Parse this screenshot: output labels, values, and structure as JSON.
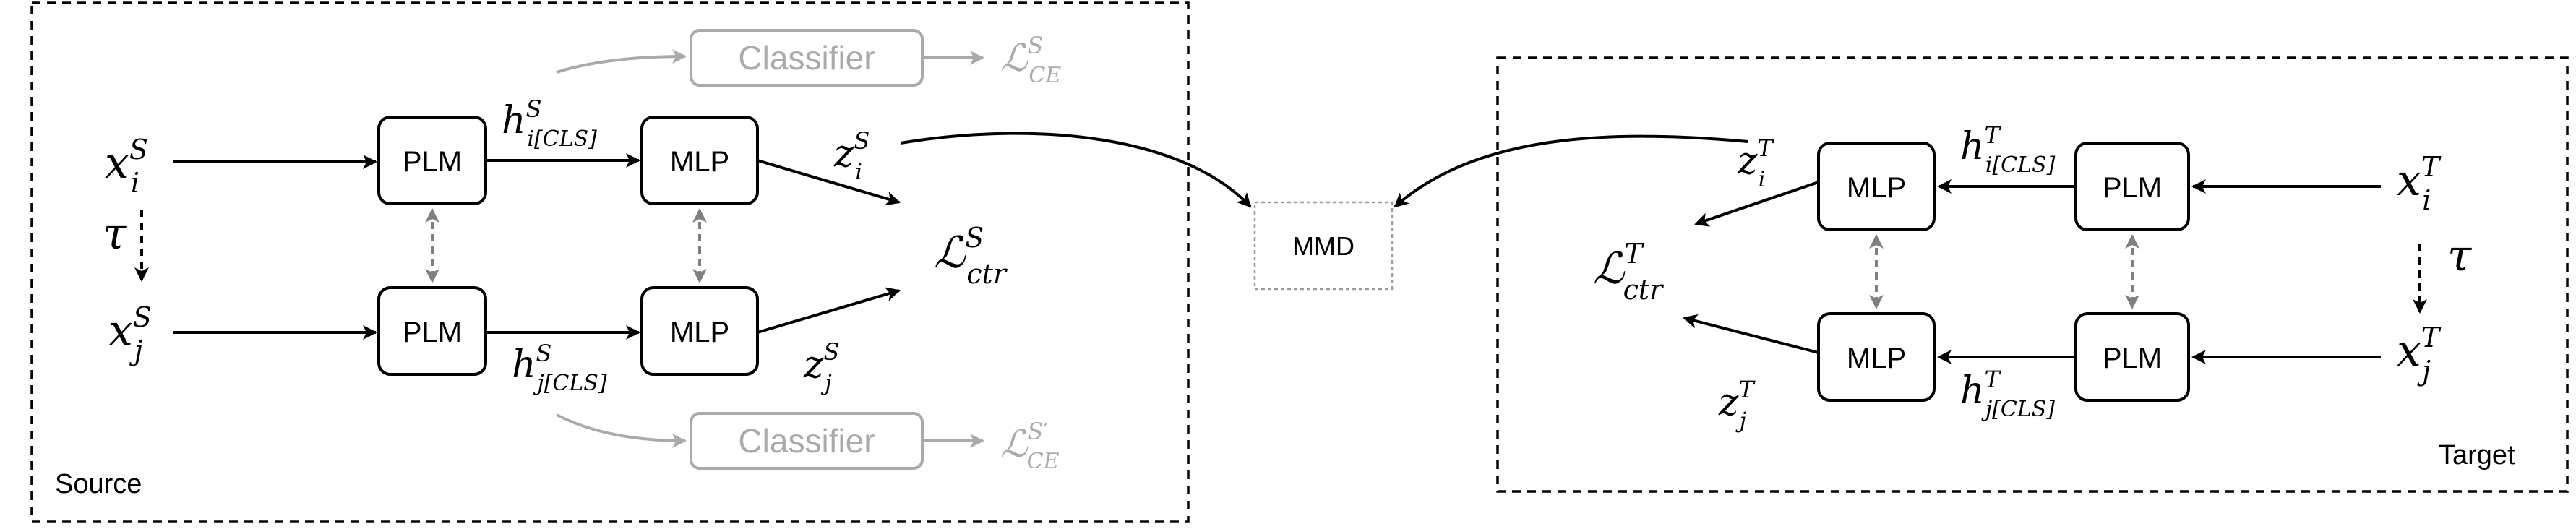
{
  "source_panel": {
    "label": "Source"
  },
  "target_panel": {
    "label": "Target"
  },
  "source": {
    "x_i": {
      "base": "x",
      "sup": "S",
      "sub": "i"
    },
    "x_j": {
      "base": "x",
      "sup": "S",
      "sub": "j"
    },
    "tau": "τ",
    "plm_top": "PLM",
    "plm_bottom": "PLM",
    "mlp_top": "MLP",
    "mlp_bottom": "MLP",
    "h_i": {
      "base": "h",
      "sup": "S",
      "sub": "i[CLS]"
    },
    "h_j": {
      "base": "h",
      "sup": "S",
      "sub": "j[CLS]"
    },
    "z_i": {
      "base": "z",
      "sup": "S",
      "sub": "i"
    },
    "z_j": {
      "base": "z",
      "sup": "S",
      "sub": "j"
    },
    "loss_ctr": {
      "base": "ℒ",
      "sup": "S",
      "sub": "ctr"
    },
    "classifier_top": "Classifier",
    "classifier_bottom": "Classifier",
    "loss_ce_top": {
      "base": "ℒ",
      "sup": "S",
      "sub": "CE"
    },
    "loss_ce_bottom": {
      "base": "ℒ",
      "sup": "S′",
      "sub": "CE"
    }
  },
  "mmd": "MMD",
  "target": {
    "x_i": {
      "base": "x",
      "sup": "T",
      "sub": "i"
    },
    "x_j": {
      "base": "x",
      "sup": "T",
      "sub": "j"
    },
    "tau": "τ",
    "plm_top": "PLM",
    "plm_bottom": "PLM",
    "mlp_top": "MLP",
    "mlp_bottom": "MLP",
    "h_i": {
      "base": "h",
      "sup": "T",
      "sub": "i[CLS]"
    },
    "h_j": {
      "base": "h",
      "sup": "T",
      "sub": "j[CLS]"
    },
    "z_i": {
      "base": "z",
      "sup": "T",
      "sub": "i"
    },
    "z_j": {
      "base": "z",
      "sup": "T",
      "sub": "j"
    },
    "loss_ctr": {
      "base": "ℒ",
      "sup": "T",
      "sub": "ctr"
    }
  },
  "colors": {
    "stroke": "#000000",
    "muted": "#aaaaaa",
    "shared_weights": "#7f7f7f"
  }
}
